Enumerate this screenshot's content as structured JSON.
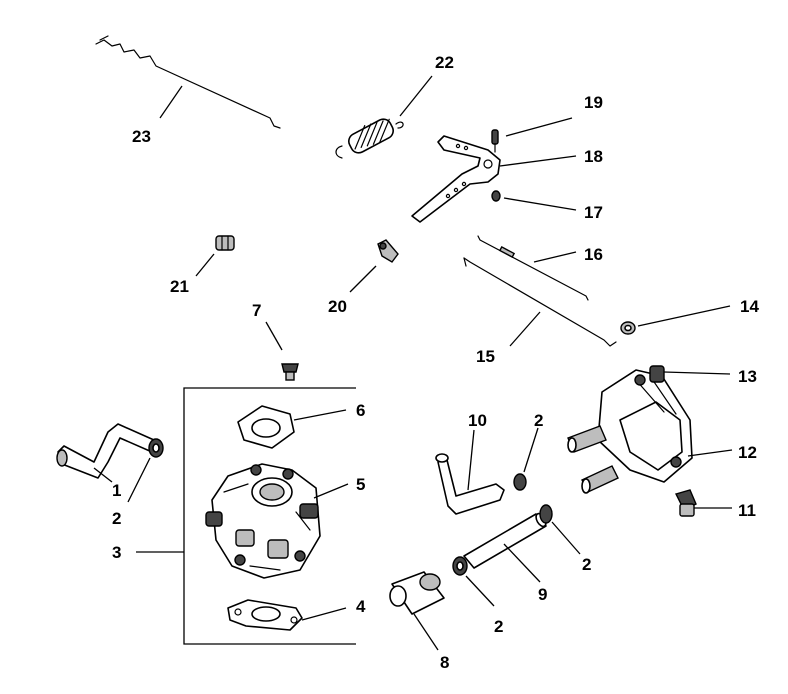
{
  "diagram": {
    "callouts": {
      "c1": "1",
      "c2a": "2",
      "c2b": "2",
      "c2c": "2",
      "c2d": "2",
      "c3": "3",
      "c4": "4",
      "c5": "5",
      "c6": "6",
      "c7": "7",
      "c8": "8",
      "c9": "9",
      "c10": "10",
      "c11": "11",
      "c12": "12",
      "c13": "13",
      "c14": "14",
      "c15": "15",
      "c16": "16",
      "c17": "17",
      "c18": "18",
      "c19": "19",
      "c20": "20",
      "c21": "21",
      "c22": "22",
      "c23": "23"
    }
  }
}
